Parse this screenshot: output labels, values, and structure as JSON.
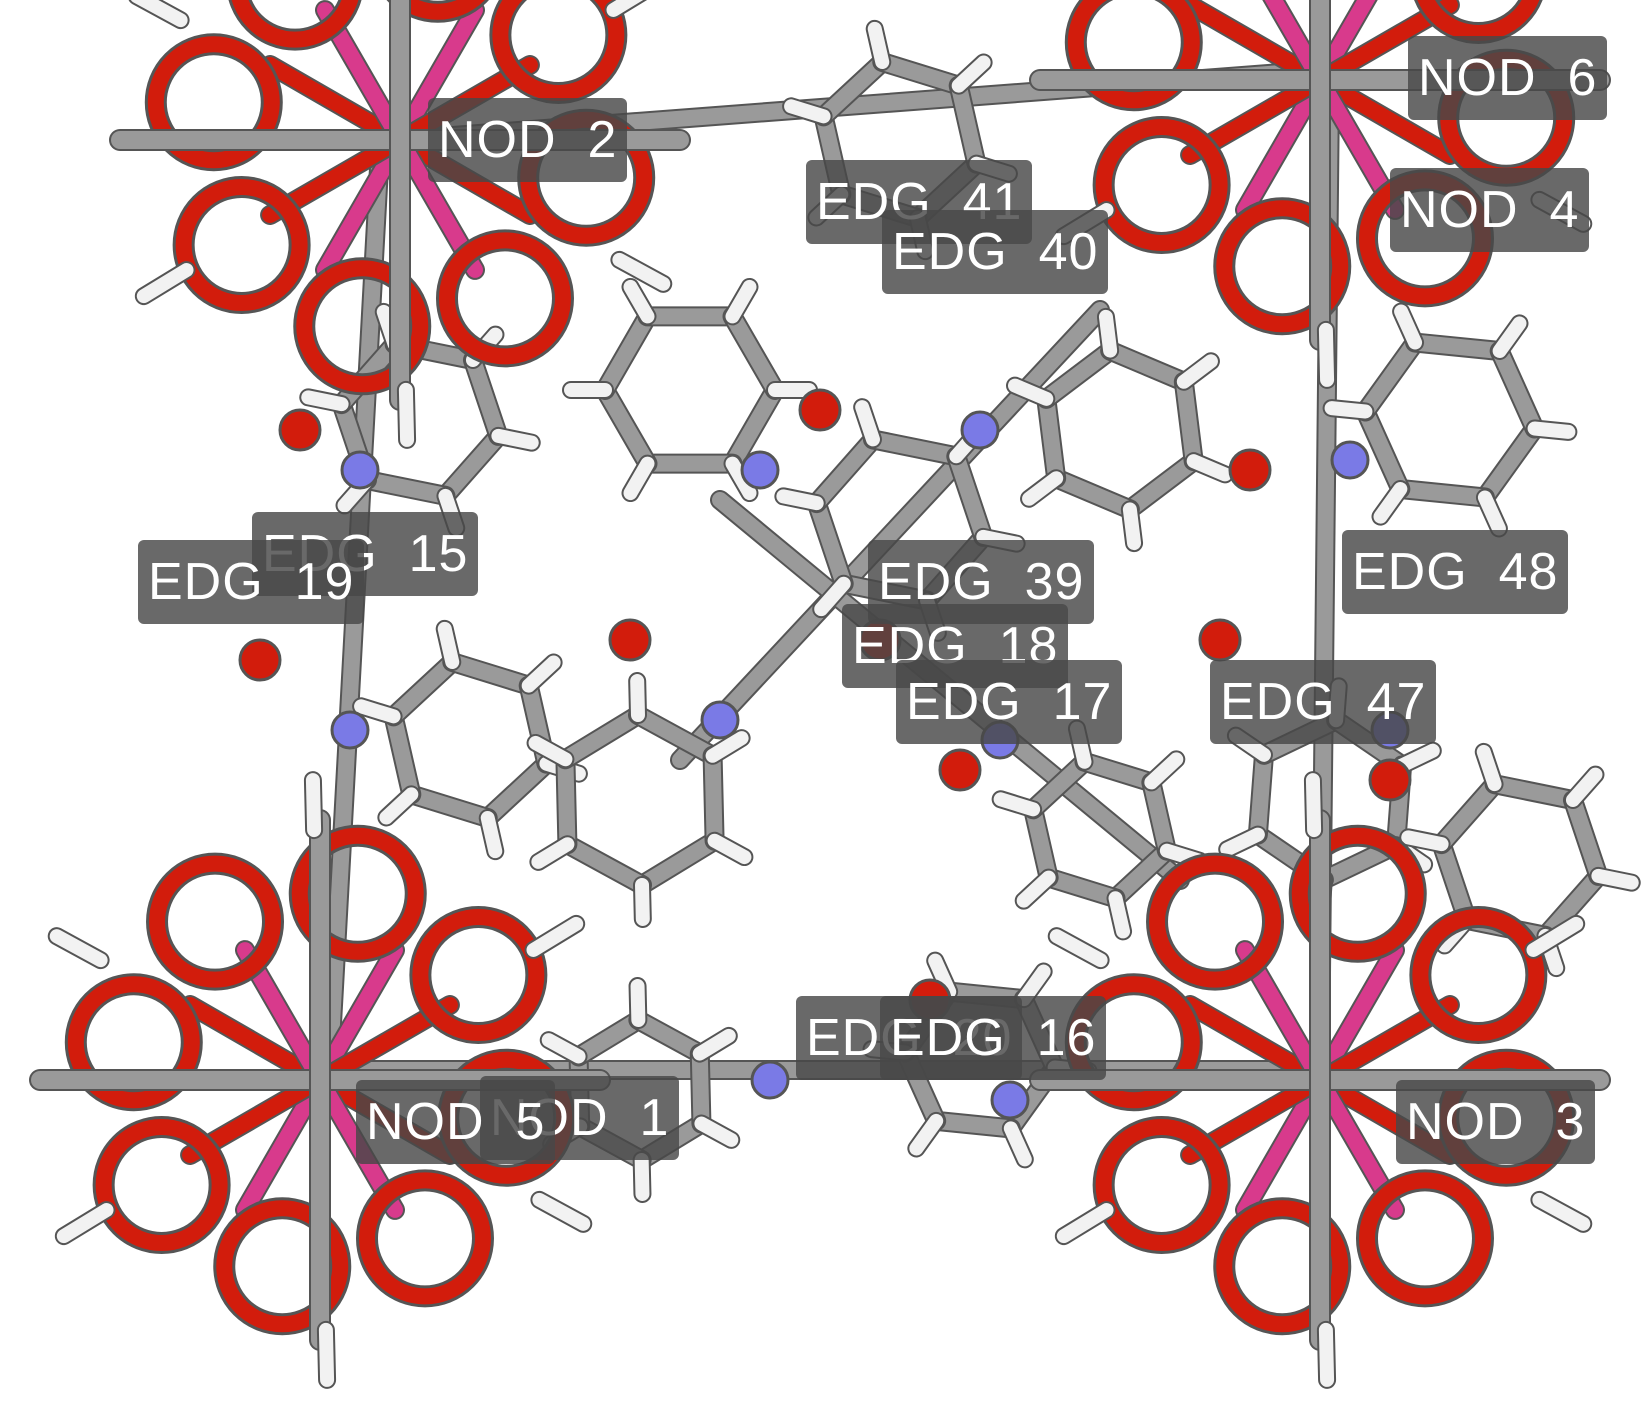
{
  "scene": {
    "colors": {
      "background": "#ffffff",
      "carbon_bond": "#9a9a9a",
      "hydrogen": "#f2f2f2",
      "oxygen": "#d21c0c",
      "nitrogen": "#7a7ae6",
      "metal": "#d83a8c",
      "label_bg": "#484848",
      "label_text": "#ffffff"
    },
    "icons": [
      "molecular-stick-model"
    ]
  },
  "labels": [
    {
      "id": "nod-2",
      "text": "NOD  2"
    },
    {
      "id": "nod-6",
      "text": "NOD  6"
    },
    {
      "id": "nod-4",
      "text": "NOD  4"
    },
    {
      "id": "edg-41",
      "text": "EDG  41"
    },
    {
      "id": "edg-40",
      "text": "EDG  40"
    },
    {
      "id": "edg-15",
      "text": "EDG  15"
    },
    {
      "id": "edg-19",
      "text": "EDG  19"
    },
    {
      "id": "edg-39",
      "text": "EDG  39"
    },
    {
      "id": "edg-18",
      "text": "EDG  18"
    },
    {
      "id": "edg-17",
      "text": "EDG  17"
    },
    {
      "id": "edg-48",
      "text": "EDG  48"
    },
    {
      "id": "edg-47",
      "text": "EDG  47"
    },
    {
      "id": "edg-20",
      "text": "EDG  20"
    },
    {
      "id": "edg-16",
      "text": "EDG  16"
    },
    {
      "id": "nod-1",
      "text": "NOD  1"
    },
    {
      "id": "nod-5",
      "text": "NOD  5"
    },
    {
      "id": "nod-3",
      "text": "NOD  3"
    }
  ]
}
